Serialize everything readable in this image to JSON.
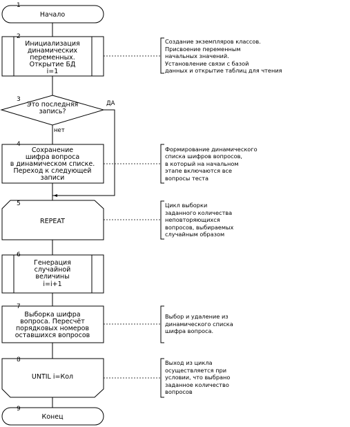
{
  "blocks": [
    {
      "num": "1",
      "lines": [
        "Начало"
      ]
    },
    {
      "num": "2",
      "lines": [
        "Инициализация",
        "динамических",
        "переменных.",
        "Открытие БД",
        "i=1"
      ]
    },
    {
      "num": "3",
      "lines": [
        "Это последняя",
        "запись?"
      ]
    },
    {
      "num": "4",
      "lines": [
        "Сохранение",
        "шифра вопроса",
        "в динамическом списке.",
        "Переход к следующей",
        "записи"
      ]
    },
    {
      "num": "5",
      "lines": [
        "REPEAT"
      ]
    },
    {
      "num": "6",
      "lines": [
        "Генерация",
        "случайной",
        "величины",
        "i=i+1"
      ]
    },
    {
      "num": "7",
      "lines": [
        "Выборка шифра",
        "вопроса. Пересчёт",
        "порядковых номеров",
        "оставшихся вопросов"
      ]
    },
    {
      "num": "8",
      "lines": [
        "UNTIL i=Кол"
      ]
    },
    {
      "num": "9",
      "lines": [
        "Конец"
      ]
    }
  ],
  "decision": {
    "yes": "ДА",
    "no": "нет"
  },
  "comments": [
    {
      "lines": [
        "Создание экземпляров классов.",
        "Присвоение переменным",
        "начальных значений.",
        "Установление связи с базой",
        "данных и  открытие таблиц для чтения"
      ]
    },
    {
      "lines": [
        "Формирование  динамического",
        "списка шифров вопросов,",
        "в который на начальном",
        "этапе включаются все",
        "вопросы теста"
      ]
    },
    {
      "lines": [
        "Цикл выборки",
        " заданного количества",
        "неповторяющихся",
        "вопросов, выбираемых",
        "случайным образом"
      ]
    },
    {
      "lines": [
        "Выбор и удаление из",
        "динамического списка",
        "шифра вопроса."
      ]
    },
    {
      "lines": [
        "Выход из цикла",
        "осуществляется при",
        "условии, что выбрано",
        "заданное количество",
        "вопросов"
      ]
    }
  ]
}
